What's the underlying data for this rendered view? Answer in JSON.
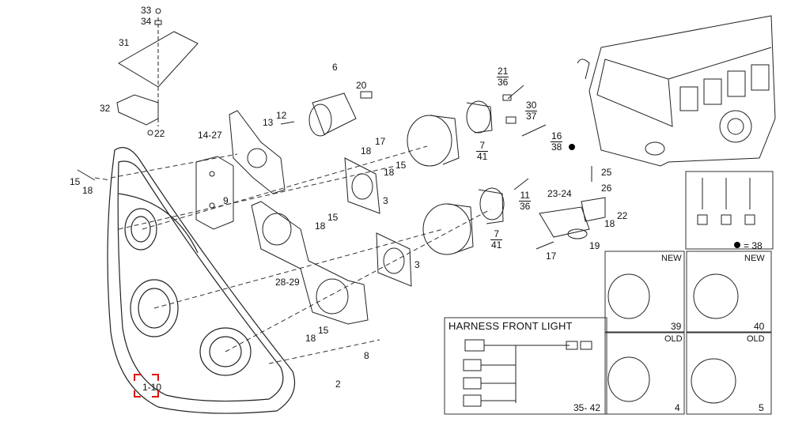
{
  "labels": {
    "l33": "33",
    "l34": "34",
    "l31": "31",
    "l32": "32",
    "l22a": "22",
    "l6": "6",
    "l20": "20",
    "l12": "12",
    "l13": "13",
    "l17a": "17",
    "l18a": "18",
    "l15a": "15",
    "l18b": "18",
    "l14_27": "14-27",
    "l9": "9",
    "l15b": "15",
    "l18c": "18",
    "l3a": "3",
    "l3b": "3",
    "l28_29": "28-29",
    "l15c": "15",
    "l18d": "18",
    "l8": "8",
    "l2": "2",
    "l1_10": "1-10",
    "l15d": "15",
    "l18e": "18",
    "l23_24": "23-24",
    "l25": "25",
    "l26": "26",
    "l22b": "22",
    "l18f": "18",
    "l19": "19",
    "l17b": "17",
    "l39": "39",
    "l40": "40",
    "l4": "4",
    "l5": "5",
    "l35_42": "35- 42",
    "eq38": "= 38"
  },
  "fractions": {
    "f21": {
      "n": "21",
      "d": "36"
    },
    "f30": {
      "n": "30",
      "d": "37"
    },
    "f7a": {
      "n": "7",
      "d": "41"
    },
    "f16": {
      "n": "16",
      "d": "38"
    },
    "f11": {
      "n": "11",
      "d": "36"
    },
    "f7b": {
      "n": "7",
      "d": "41"
    }
  },
  "tags": {
    "new1": "NEW",
    "new2": "NEW",
    "old1": "OLD",
    "old2": "OLD"
  },
  "harness_title": "HARNESS FRONT LIGHT"
}
